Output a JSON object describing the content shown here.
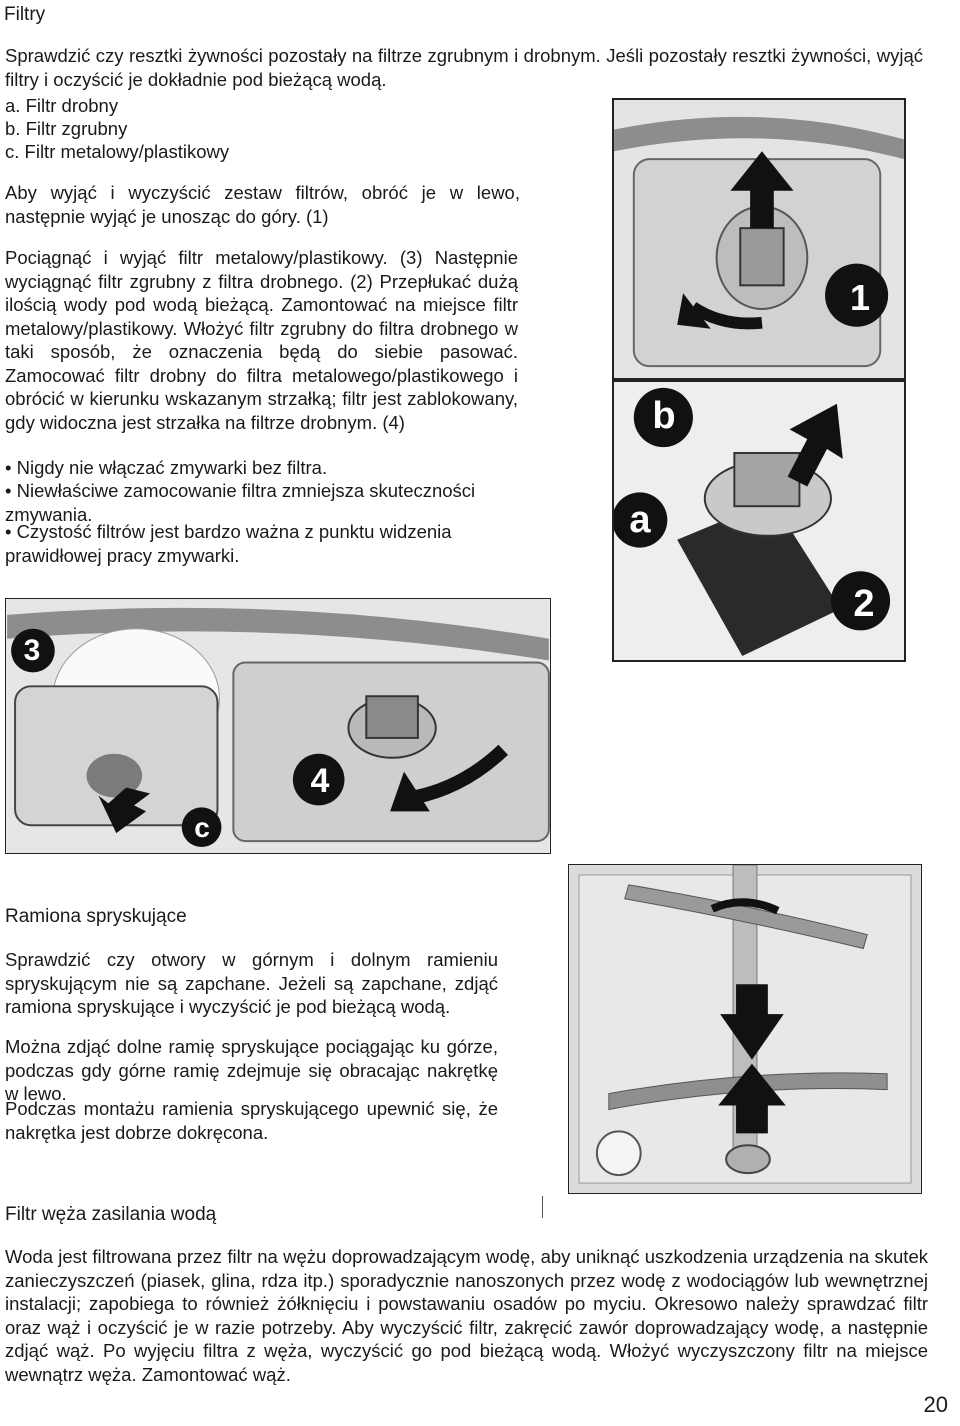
{
  "filters": {
    "title": "Filtry",
    "intro": "Sprawdzić czy resztki żywności pozostały na filtrze zgrubnym i drobnym. Jeśli pozostały resztki żywności, wyjąć filtry i oczyścić je dokładnie pod bieżącą wodą.",
    "list": [
      "a. Filtr drobny",
      "b. Filtr zgrubny",
      "c. Filtr metalowy/plastikowy"
    ],
    "p1": "Aby wyjąć i wyczyścić zestaw filtrów, obróć je w lewo, następnie wyjąć je unosząc do góry. (1)",
    "p2": "Pociągnąć i wyjąć filtr metalowy/plastikowy. (3) Następnie wyciągnąć filtr zgrubny z filtra drobnego. (2) Przepłukać dużą ilością wody pod wodą bieżącą. Zamontować na miejsce filtr metalowy/plastikowy. Włożyć filtr zgrubny do filtra drobnego w taki sposób, że oznaczenia będą do siebie pasować. Zamocować filtr drobny do filtra metalowego/plastikowego i obrócić w kierunku wskazanym strzałką; filtr jest zablokowany, gdy widoczna jest strzałka na filtrze drobnym. (4)",
    "bullets": [
      "• Nigdy nie włączać zmywarki bez filtra.",
      "• Niewłaściwe zamocowanie filtra zmniejsza skuteczności zmywania.",
      "• Czystość filtrów jest bardzo ważna z punktu widzenia prawidłowej pracy zmywarki."
    ],
    "figure_labels": {
      "step1": "1",
      "step2": "2",
      "step3": "3",
      "step4": "4",
      "a": "a",
      "b": "b",
      "c": "c"
    }
  },
  "spray_arms": {
    "title": "Ramiona spryskujące",
    "p1": "Sprawdzić czy otwory w górnym i dolnym ramieniu spryskującym nie są zapchane. Jeżeli są zapchane, zdjąć ramiona spryskujące i wyczyścić je pod bieżącą wodą.",
    "p2": "Można zdjąć dolne ramię spryskujące pociągając ku górze, podczas gdy górne ramię zdejmuje się obracając nakrętkę w lewo.",
    "p3": "Podczas montażu ramienia spryskującego upewnić się, że nakrętka jest dobrze dokręcona."
  },
  "hose_filter": {
    "title": "Filtr węża zasilania wodą",
    "body": "Woda jest filtrowana przez filtr na wężu doprowadzającym wodę, aby uniknąć uszkodzenia urządzenia na skutek zanieczyszczeń (piasek, glina, rdza itp.) sporadycznie nanoszonych przez wodę z wodociągów lub wewnętrznej instalacji; zapobiega to również żółknięciu i powstawaniu osadów po myciu. Okresowo należy sprawdzać filtr oraz wąż i oczyścić je w razie potrzeby. Aby wyczyścić filtr, zakręcić zawór doprowadzający wodę, a następnie zdjąć wąż. Po wyjęciu filtra z węża, wyczyścić go pod bieżącą wodą. Włożyć wyczyszczony filtr na miejsce wewnątrz węża. Zamontować wąż."
  },
  "page_number": "20"
}
